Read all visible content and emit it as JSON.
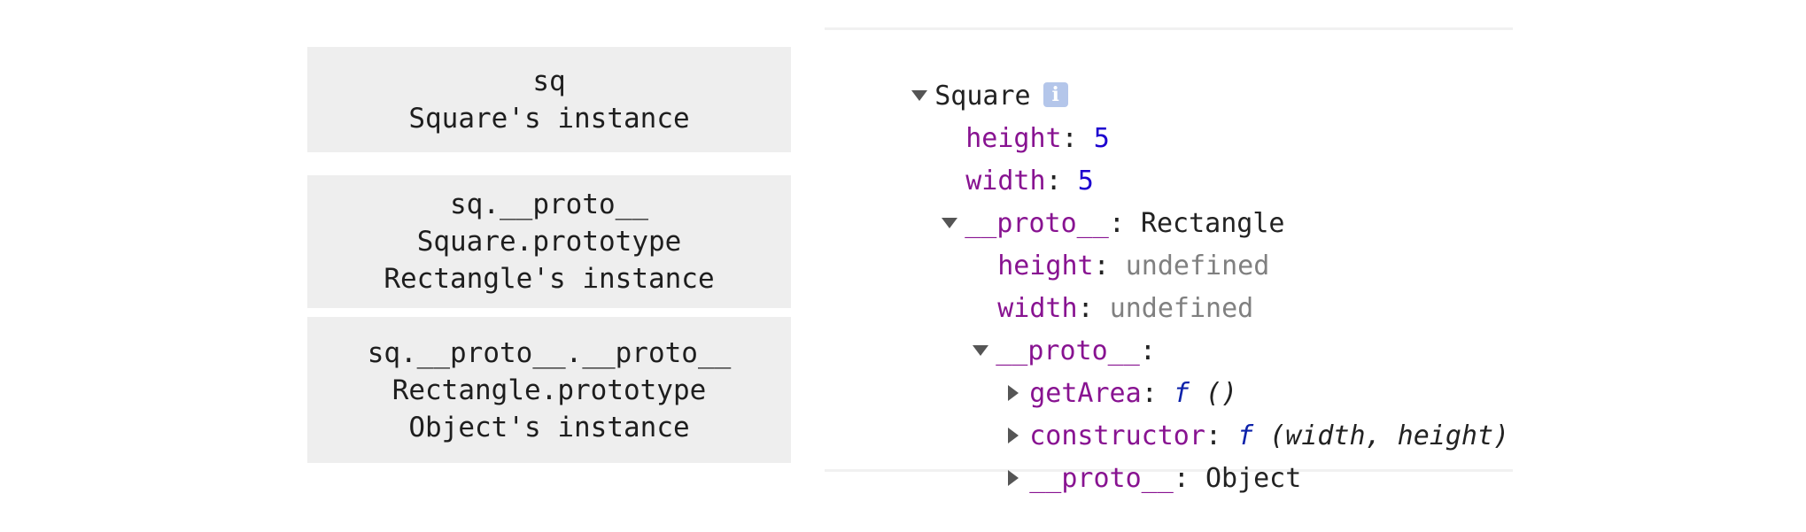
{
  "boxes": [
    {
      "lines": [
        "sq",
        "Square's instance"
      ]
    },
    {
      "lines": [
        "sq.__proto__",
        "Square.prototype",
        "Rectangle's instance"
      ]
    },
    {
      "lines": [
        "sq.__proto__.__proto__",
        "Rectangle.prototype",
        "Object's instance"
      ]
    }
  ],
  "tree": {
    "root_label": "Square",
    "info_icon": "i",
    "height_key": "height",
    "height_val": "5",
    "width_key": "width",
    "width_val": "5",
    "proto1_key": "__proto__",
    "proto1_val": "Rectangle",
    "p1_height_key": "height",
    "p1_height_val": "undefined",
    "p1_width_key": "width",
    "p1_width_val": "undefined",
    "proto2_key": "__proto__",
    "getarea_key": "getArea",
    "f_symbol": "f",
    "getarea_sig": "()",
    "constructor_key": "constructor",
    "constructor_sig": "(width, height)",
    "proto3_key": "__proto__",
    "proto3_val": "Object",
    "sep": ": "
  },
  "colors": {
    "key": "#881391",
    "number": "#1c00cf",
    "undefined": "#808080",
    "function": "#0d22aa",
    "box_bg": "#eeeeee"
  },
  "icons": {
    "expanded": "triangle-down-icon",
    "collapsed": "triangle-right-icon",
    "info": "info-icon"
  }
}
